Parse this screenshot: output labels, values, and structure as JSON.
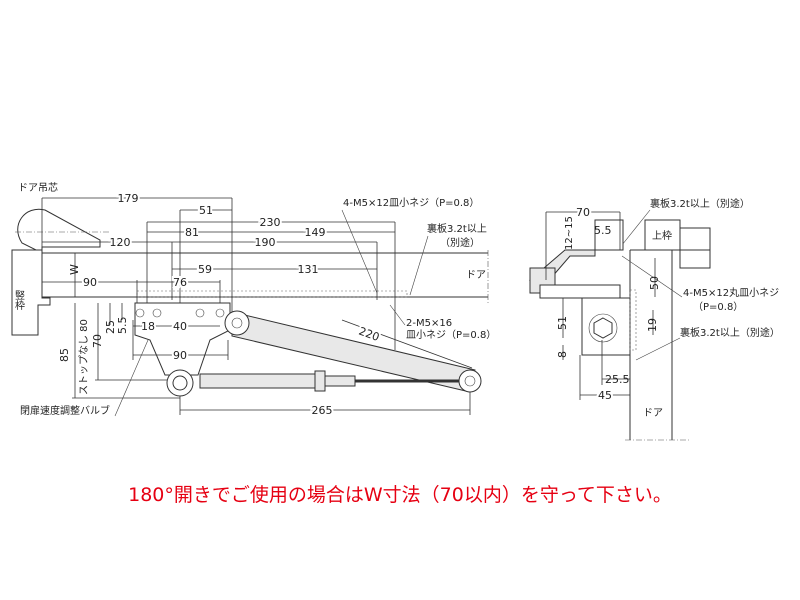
{
  "front_view": {
    "door_pivot_label": "ドア吊芯",
    "frame_label": "竪枠",
    "door_label": "ドア",
    "w_label": "W",
    "dims": {
      "d179": "179",
      "d51": "51",
      "d230": "230",
      "d81": "81",
      "d149": "149",
      "d120": "120",
      "d190": "190",
      "d59": "59",
      "d131": "131",
      "d90a": "90",
      "d76": "76",
      "d25": "25",
      "d55": "5.5",
      "d18": "18",
      "d40": "40",
      "d90b": "90",
      "d70": "70",
      "d80": "ストップなし 80",
      "d85": "85",
      "d220": "220",
      "d265": "265"
    },
    "screw_note_1": "4-M5×12皿小ネジ（P=0.8）",
    "backing_note_1": "裏板3.2t以上",
    "backing_note_1b": "（別途）",
    "screw_note_2": "2-M5×16",
    "screw_note_2b": "皿小ネジ（P=0.8）",
    "valve_label": "閉扉速度調整バルブ"
  },
  "side_view": {
    "backing_note_top": "裏板3.2t以上（別途）",
    "top_frame_label": "上枠",
    "screw_note": "4-M5×12丸皿小ネジ",
    "screw_note_b": "（P=0.8）",
    "backing_note_bottom": "裏板3.2t以上（別途）",
    "door_label": "ドア",
    "dims": {
      "d70": "70",
      "d55": "5.5",
      "d1215": "12~15",
      "d50": "50",
      "d19": "19",
      "d51": "51",
      "d8": "8",
      "d255": "25.5",
      "d45": "45"
    }
  },
  "note": "180°開きでご使用の場合はW寸法（70以内）を守って下さい。",
  "colors": {
    "note": "#e60012",
    "line": "#333333"
  }
}
